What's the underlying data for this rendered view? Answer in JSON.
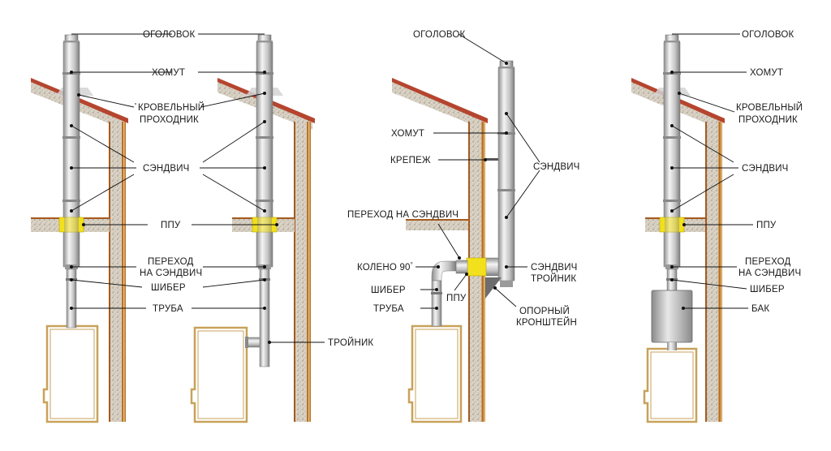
{
  "colors": {
    "pipe": "#c9c9c9",
    "roof": "#b5452e",
    "insulation": "#d8d1c4",
    "wall_edge": "#a55a1e",
    "ppu": "#f2e01c",
    "stove": "#c8a25a",
    "tank": "#b9b9b9"
  },
  "labels": {
    "d1": {
      "ogolovok": "ОГОЛОВОК",
      "khomut": "ХОМУТ",
      "krovelny_1": "КРОВЕЛЬНЫЙ",
      "krovelny_2": "ПРОХОДНИК",
      "sendvich": "СЭНДВИЧ",
      "ppu": "ППУ",
      "perekhod_1": "ПЕРЕХОД",
      "perekhod_2": "НА СЭНДВИЧ",
      "shiber": "ШИБЕР",
      "truba": "ТРУБА",
      "troynik": "ТРОЙНИК"
    },
    "d2": {
      "ogolovok": "ОГОЛОВОК",
      "khomut": "ХОМУТ",
      "krepezh": "КРЕПЕЖ",
      "sendvich": "СЭНДВИЧ",
      "perekhod": "ПЕРЕХОД НА СЭНДВИЧ",
      "koleno": "КОЛЕНО 90",
      "degree": "°",
      "shiber": "ШИБЕР",
      "truba": "ТРУБА",
      "ppu": "ППУ",
      "troynik_1": "СЭНДВИЧ",
      "troynik_2": "ТРОЙНИК",
      "opora_1": "ОПОРНЫЙ",
      "opora_2": "КРОНШТЕЙН"
    },
    "d3": {
      "ogolovok": "ОГОЛОВОК",
      "khomut": "ХОМУТ",
      "krovelny_1": "КРОВЕЛЬНЫЙ",
      "krovelny_2": "ПРОХОДНИК",
      "sendvich": "СЭНДВИЧ",
      "ppu": "ППУ",
      "perekhod_1": "ПЕРЕХОД",
      "perekhod_2": "НА СЭНДВИЧ",
      "shiber": "ШИБЕР",
      "bak": "БАК"
    }
  }
}
